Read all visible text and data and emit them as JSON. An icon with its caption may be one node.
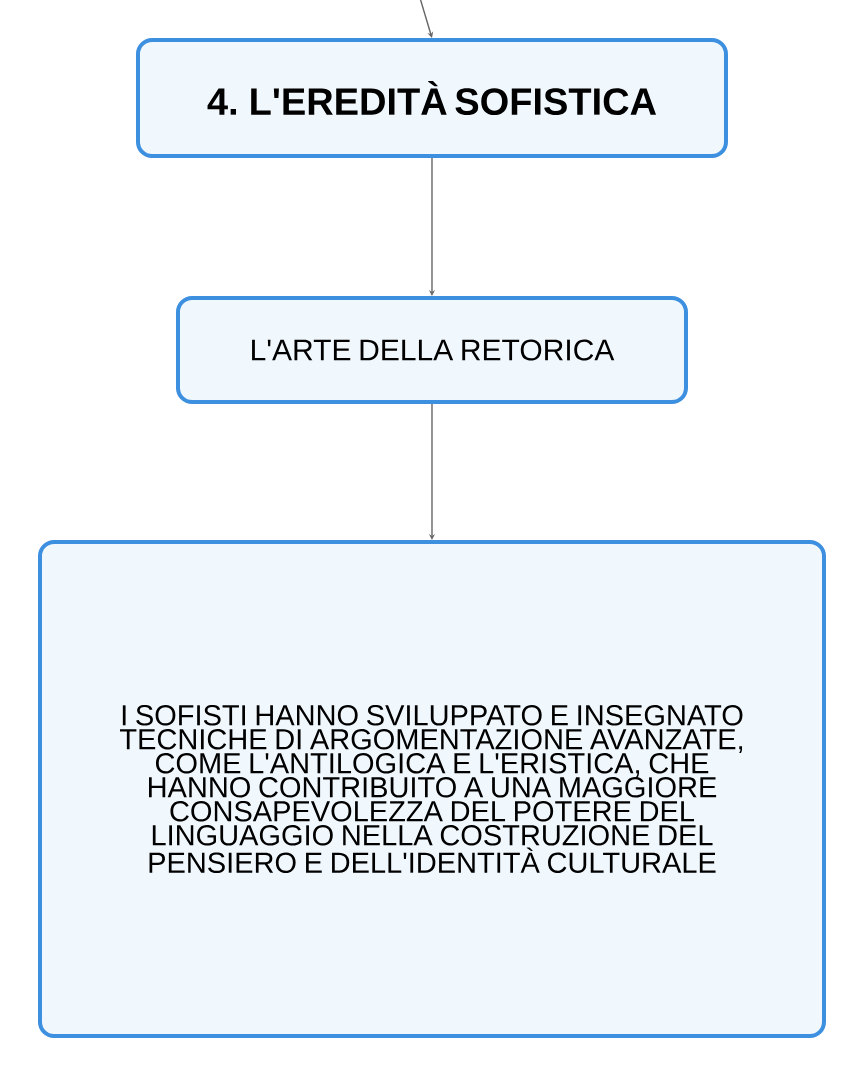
{
  "diagram": {
    "nodes": [
      {
        "text": [
          "4. L'EREDITÀ SOFISTICA"
        ]
      },
      {
        "text": [
          "L'ARTE DELLA RETORICA"
        ]
      },
      {
        "text": [
          "I SOFISTI HANNO SVILUPPATO E INSEGNATO TECNICHE DI ARGOMENTAZIONE AVANZATE, COME L'ANTILOGICA E L'ERISTICA, CHE HANNO CONTRIBUITO A UNA MAGGIORE CONSAPEVOLEZZA DEL POTERE DEL LINGUAGGIO NELLA COSTRUZIONE DEL PENSIERO E DELL'IDENTITÀ CULTURALE"
        ]
      }
    ],
    "edges": [
      {
        "from": null,
        "to": 0,
        "arrow": "to"
      },
      {
        "from": 0,
        "to": 1,
        "arrow": "to"
      },
      {
        "from": 1,
        "to": 2,
        "arrow": "to"
      }
    ]
  }
}
